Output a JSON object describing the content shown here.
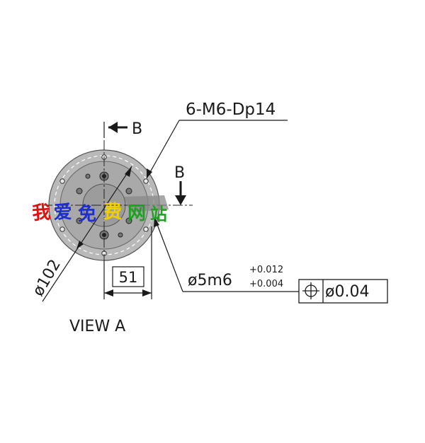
{
  "drawing": {
    "thread_callout": "6-M6-Dp14",
    "section_label_top": "B",
    "section_label_right": "B",
    "diameter_label": "ø102",
    "width_dim": "51",
    "pin_hole": "ø5m6",
    "tol_upper": "+0.012",
    "tol_lower": "+0.004",
    "position_tol": "ø0.04",
    "view_label": "VIEW A",
    "watermark": "我爱免费网站"
  },
  "colors": {
    "line": "#1a1a1a",
    "flange_outer": "#b9b9b9",
    "flange_inner": "#a9a9a9",
    "hub": "#9c9c9c"
  }
}
